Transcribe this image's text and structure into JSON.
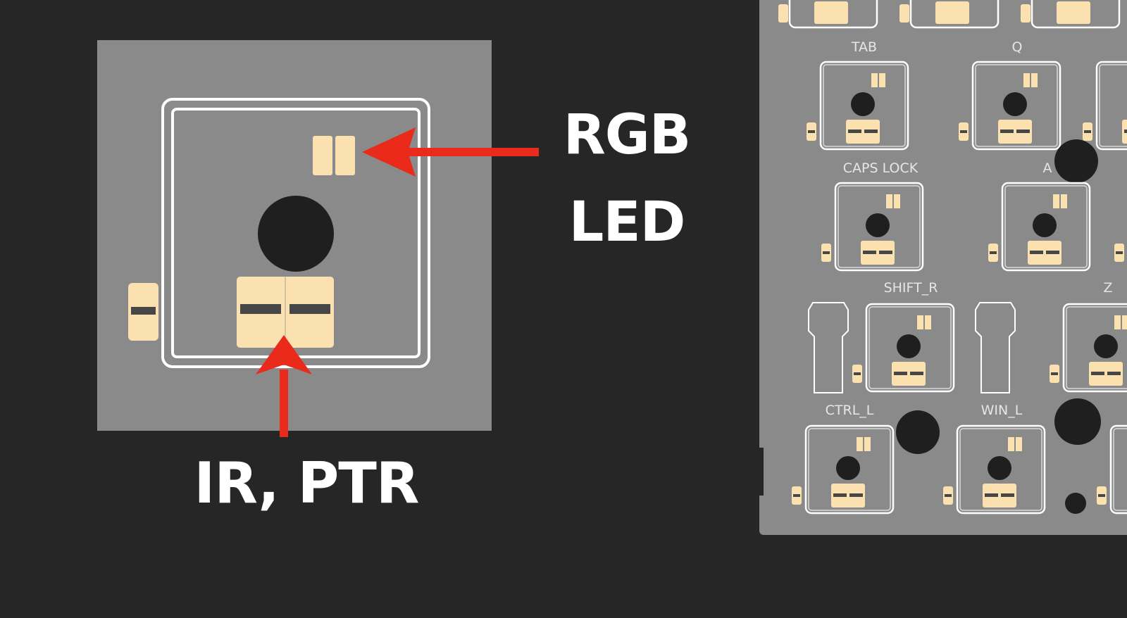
{
  "callouts": {
    "rgb_led": {
      "line1": "RGB",
      "line2": "LED"
    },
    "ir_ptr": "IR, PTR"
  },
  "keyboard": {
    "key_labels": [
      "TAB",
      "Q",
      "CAPS LOCK",
      "A",
      "SHIFT_R",
      "Z",
      "CTRL_L",
      "WIN_L"
    ]
  },
  "colors": {
    "background": "#262626",
    "pcb": "#8a8a8a",
    "pad": "#fbe0b0",
    "outline": "#ffffff",
    "arrow": "#ea2a1b",
    "hole": "#1f1f1f"
  }
}
